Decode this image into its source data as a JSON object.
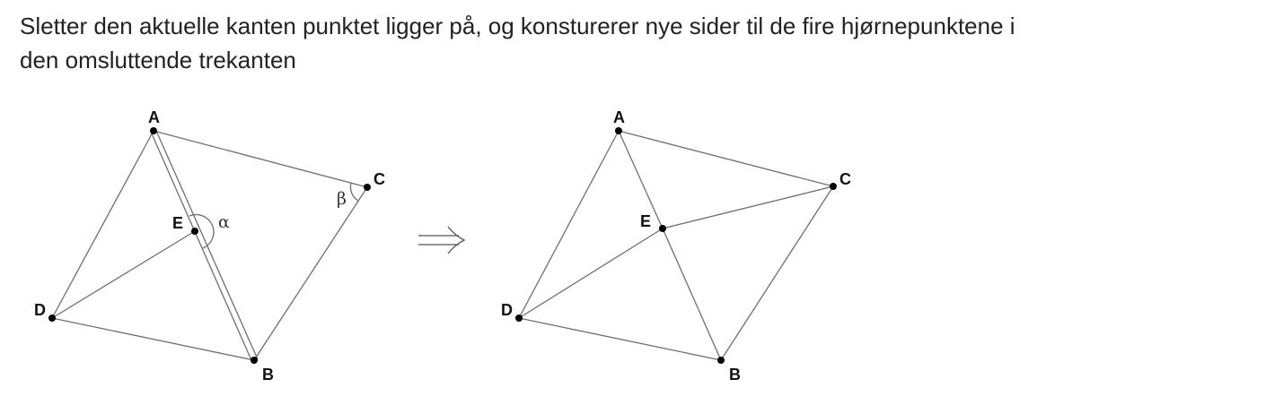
{
  "caption": {
    "line1": "Sletter den aktuelle kanten punktet ligger på, og konsturerer nye sider til de fire hjørnepunktene i",
    "line2": "den omsluttende trekanten"
  },
  "labels": {
    "A": "A",
    "B": "B",
    "C": "C",
    "D": "D",
    "E": "E",
    "alpha": "α",
    "beta": "β"
  },
  "colors": {
    "edge": "#6e6e6e",
    "point": "#000000",
    "text": "#222222"
  }
}
